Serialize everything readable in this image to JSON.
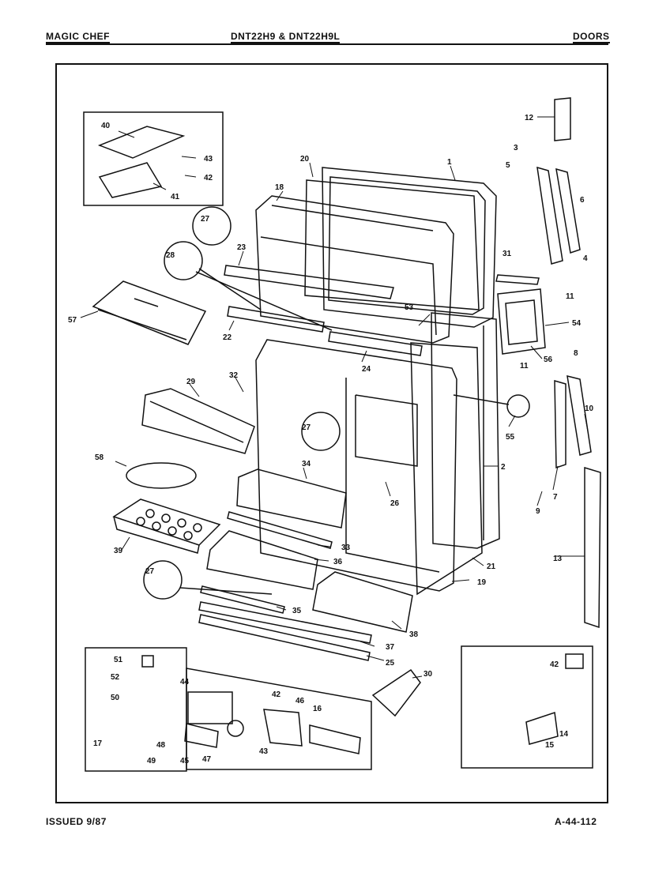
{
  "header": {
    "brand": "MAGIC CHEF",
    "model": "DNT22H9 & DNT22H9L",
    "section": "DOORS"
  },
  "footer": {
    "issued": "ISSUED 9/87",
    "document_number": "A-44-112"
  },
  "diagram": {
    "callouts": {
      "p1": "1",
      "p2": "2",
      "p3": "3",
      "p4": "4",
      "p5": "5",
      "p6": "6",
      "p7": "7",
      "p8": "8",
      "p9": "9",
      "p10": "10",
      "p11a": "11",
      "p11b": "11",
      "p12": "12",
      "p13": "13",
      "p14": "14",
      "p15": "15",
      "p16": "16",
      "p17": "17",
      "p18": "18",
      "p19": "19",
      "p20": "20",
      "p21": "21",
      "p22": "22",
      "p23": "23",
      "p24": "24",
      "p25": "25",
      "p26": "26",
      "p27a": "27",
      "p27b": "27",
      "p27c": "27",
      "p28": "28",
      "p29": "29",
      "p30": "30",
      "p31": "31",
      "p32": "32",
      "p33": "33",
      "p34": "34",
      "p35": "35",
      "p36": "36",
      "p37": "37",
      "p38": "38",
      "p39": "39",
      "p40": "40",
      "p41": "41",
      "p42a": "42",
      "p42b": "42",
      "p42c": "42",
      "p43a": "43",
      "p43b": "43",
      "p44": "44",
      "p45": "45",
      "p46": "46",
      "p47": "47",
      "p48": "48",
      "p49": "49",
      "p50": "50",
      "p51": "51",
      "p52": "52",
      "p53": "53",
      "p54": "54",
      "p55": "55",
      "p56": "56",
      "p57": "57",
      "p58": "58"
    }
  }
}
